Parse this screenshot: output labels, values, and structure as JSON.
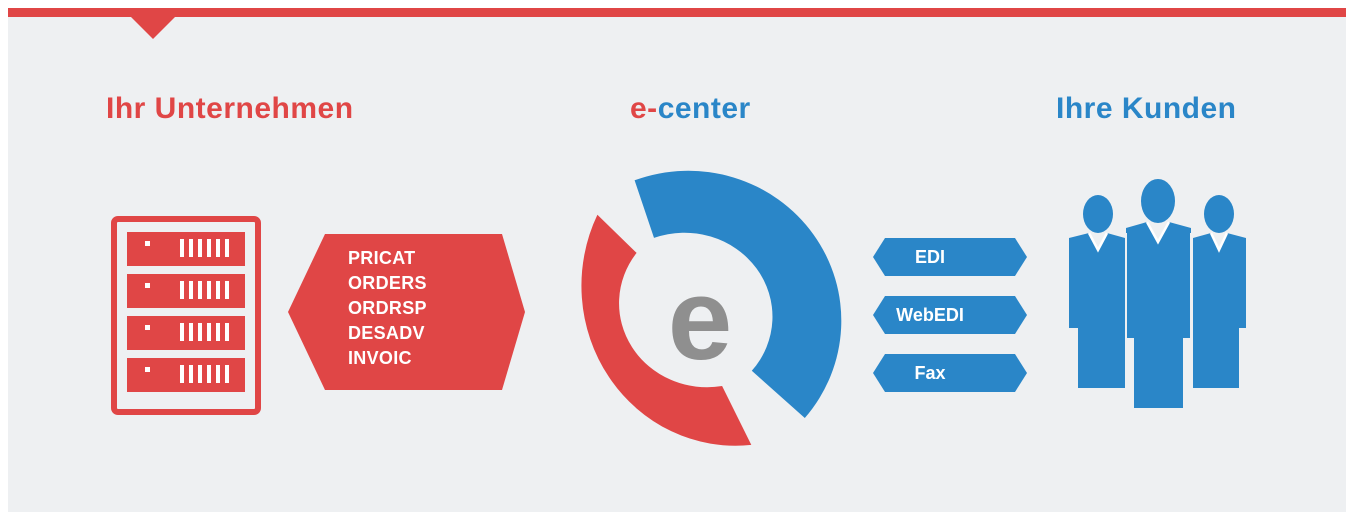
{
  "colors": {
    "red": "#e04646",
    "blue": "#2a86c8",
    "gray": "#8f8f8f",
    "background": "#eef0f2"
  },
  "headings": {
    "left": "Ihr Unternehmen",
    "center_prefix": "e-",
    "center_suffix": "center",
    "right": "Ihre Kunden"
  },
  "message_types": [
    "PRICAT",
    "ORDERS",
    "ORDRSP",
    "DESADV",
    "INVOIC"
  ],
  "channels": [
    "EDI",
    "WebEDI",
    "Fax"
  ],
  "logo_letter": "e",
  "icons": {
    "left": "server-rack-icon",
    "center": "e-center-logo",
    "right": "customers-group-icon"
  }
}
